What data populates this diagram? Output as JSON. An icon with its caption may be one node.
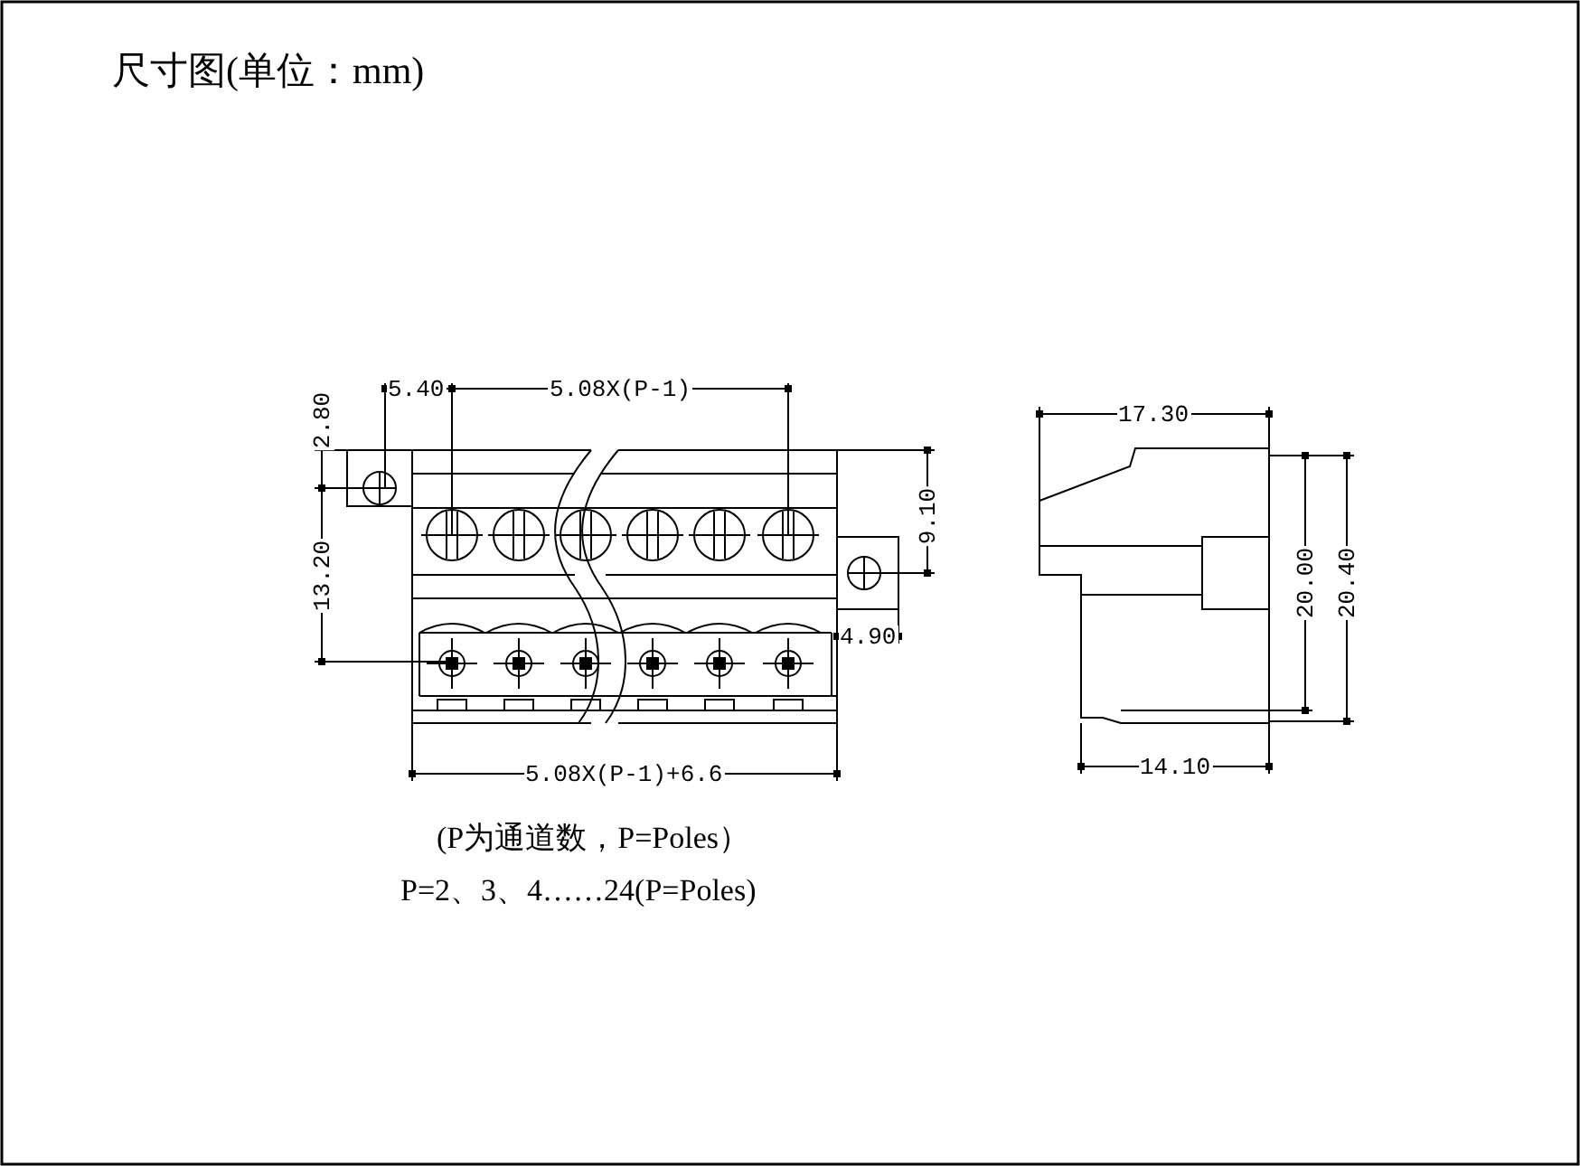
{
  "diagram": {
    "title": "尺寸图(单位：mm)",
    "labels": [
      "5.40",
      "5.08X(P-1)",
      "2.80",
      "9.10",
      "13.20",
      "4.90",
      "5.08X(P-1)+6.6",
      "17.30",
      "20.00",
      "20.40",
      "14.10",
      "(P为通道数，P=Poles）",
      "P=2、3、4……24(P=Poles)"
    ]
  }
}
